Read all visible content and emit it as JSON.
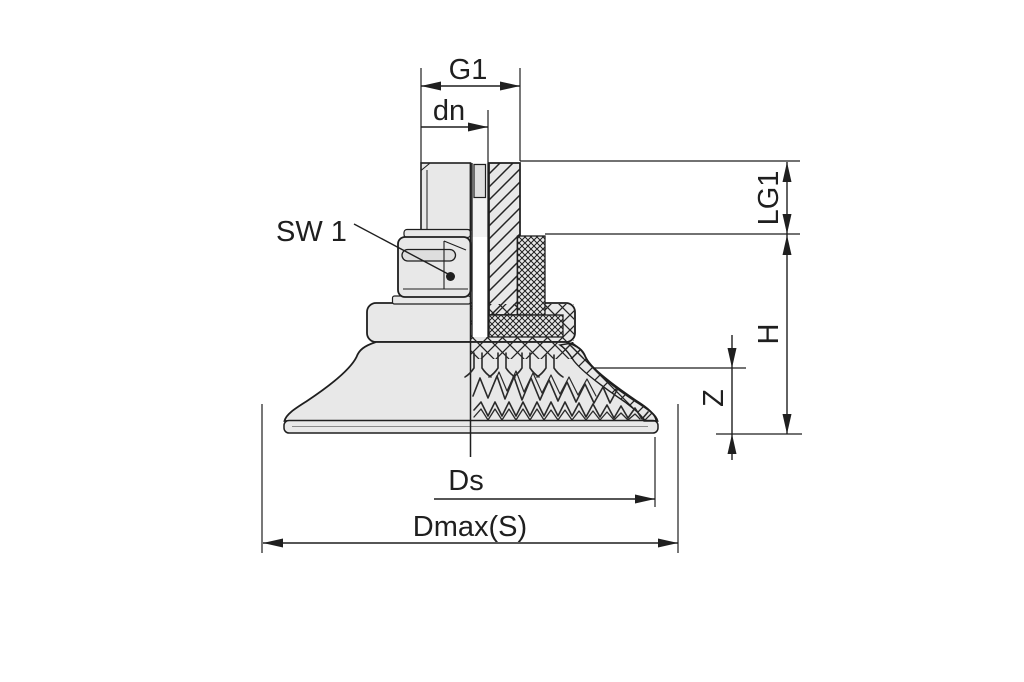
{
  "diagram": {
    "description": "technical cross-section drawing of a vacuum suction cup with threaded fitting",
    "background_color": "#ffffff",
    "line_color": "#1f1f1f",
    "body_fill_color": "#e8e8e8",
    "labels": {
      "thread_size": "G1",
      "nominal_diameter": "dn",
      "wrench_size": "SW 1",
      "thread_length": "LG1",
      "height": "H",
      "stroke": "Z",
      "sealing_diameter": "Ds",
      "max_diameter": "Dmax(S)"
    }
  }
}
